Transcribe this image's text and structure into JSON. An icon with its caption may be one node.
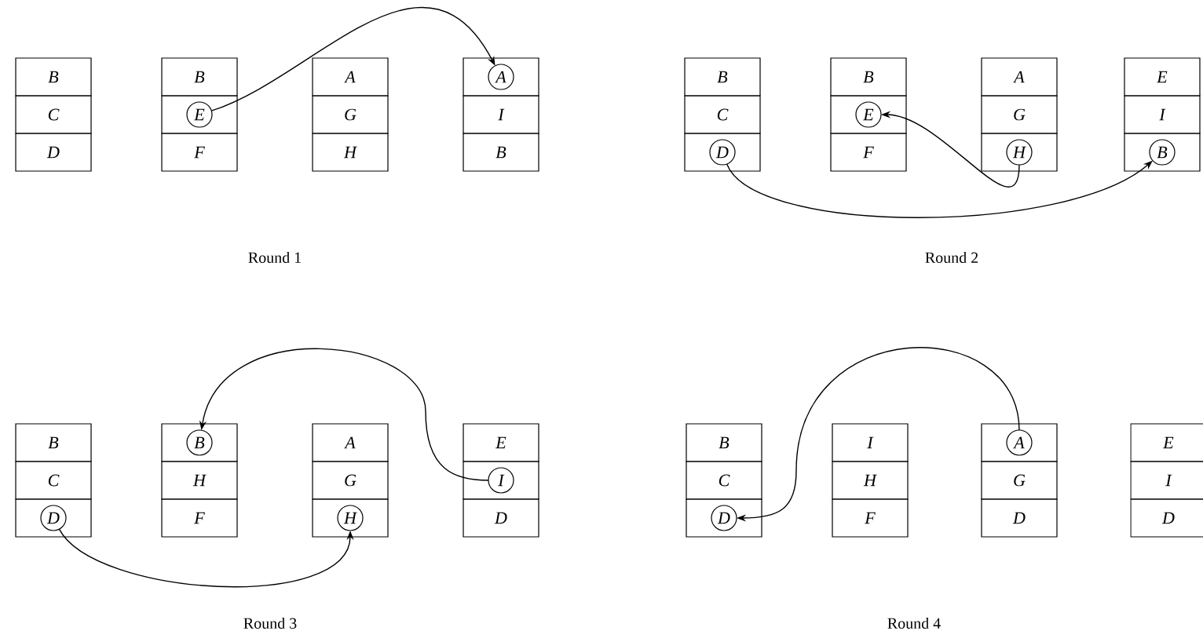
{
  "diagram": {
    "nodes": [
      {
        "text": [
          "B"
        ]
      },
      {
        "text": [
          "C"
        ]
      },
      {
        "text": [
          "D"
        ]
      },
      {
        "text": [
          "B"
        ]
      },
      {
        "text": [
          "E"
        ]
      },
      {
        "text": [
          "F"
        ]
      },
      {
        "text": [
          "A"
        ]
      },
      {
        "text": [
          "G"
        ]
      },
      {
        "text": [
          "H"
        ]
      },
      {
        "text": [
          "A"
        ]
      },
      {
        "text": [
          "I"
        ]
      },
      {
        "text": [
          "B"
        ]
      },
      {
        "text": [
          "B"
        ]
      },
      {
        "text": [
          "C"
        ]
      },
      {
        "text": [
          "D"
        ]
      },
      {
        "text": [
          "B"
        ]
      },
      {
        "text": [
          "E"
        ]
      },
      {
        "text": [
          "F"
        ]
      },
      {
        "text": [
          "A"
        ]
      },
      {
        "text": [
          "G"
        ]
      },
      {
        "text": [
          "H"
        ]
      },
      {
        "text": [
          "E"
        ]
      },
      {
        "text": [
          "I"
        ]
      },
      {
        "text": [
          "B"
        ]
      },
      {
        "text": [
          "B"
        ]
      },
      {
        "text": [
          "C"
        ]
      },
      {
        "text": [
          "D"
        ]
      },
      {
        "text": [
          "B"
        ]
      },
      {
        "text": [
          "H"
        ]
      },
      {
        "text": [
          "F"
        ]
      },
      {
        "text": [
          "A"
        ]
      },
      {
        "text": [
          "G"
        ]
      },
      {
        "text": [
          "H"
        ]
      },
      {
        "text": [
          "E"
        ]
      },
      {
        "text": [
          "I"
        ]
      },
      {
        "text": [
          "D"
        ]
      },
      {
        "text": [
          "B"
        ]
      },
      {
        "text": [
          "C"
        ]
      },
      {
        "text": [
          "D"
        ]
      },
      {
        "text": [
          "I"
        ]
      },
      {
        "text": [
          "H"
        ]
      },
      {
        "text": [
          "F"
        ]
      },
      {
        "text": [
          "A"
        ]
      },
      {
        "text": [
          "G"
        ]
      },
      {
        "text": [
          "D"
        ]
      },
      {
        "text": [
          "E"
        ]
      },
      {
        "text": [
          "I"
        ]
      },
      {
        "text": [
          "D"
        ]
      }
    ],
    "edges": [
      {
        "from": 4,
        "to": 9,
        "arrow": "to"
      },
      {
        "from": 14,
        "to": 23,
        "arrow": "to"
      },
      {
        "from": 20,
        "to": 16,
        "arrow": "to"
      },
      {
        "from": 26,
        "to": 32,
        "arrow": "to"
      },
      {
        "from": 34,
        "to": 27,
        "arrow": "to"
      },
      {
        "from": 42,
        "to": 38,
        "arrow": "to"
      }
    ],
    "labels": [
      "Round 1",
      "Round 2",
      "Round 3",
      "Round 4"
    ]
  }
}
